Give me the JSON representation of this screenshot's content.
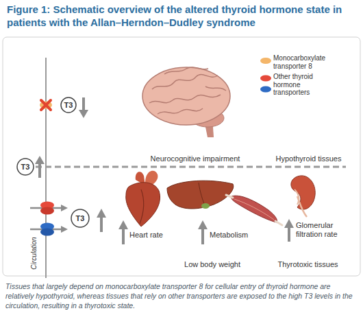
{
  "diagram": {
    "title": "Figure 1: Schematic overview of the altered thyroid hormone state in patients with the Allan–Herndon–Dudley syndrome",
    "caption": "Tissues that largely depend on monocarboxylate transporter 8 for cellular entry of thyroid hormone are relatively hypothyroid, whereas tissues that rely on other transporters are exposed to the high T3 levels in the circulation, resulting in a thyrotoxic state.",
    "nodes": [
      {
        "text": [
          "T3"
        ]
      },
      {
        "text": [
          "T3"
        ]
      },
      {
        "text": [
          "T3"
        ]
      }
    ],
    "labels": [
      "Neurocognitive impairment",
      "Hypothyroid tissues",
      "Heart rate",
      "Metabolism",
      "Glomerular filtration rate",
      "Low body weight",
      "Thyrotoxic tissues",
      "Circulation"
    ],
    "legend": [
      {
        "text": "Monocarboxylate transporter 8",
        "color": "#f4b66a"
      },
      {
        "text": "Other thyroid hormone transporters"
      }
    ]
  }
}
